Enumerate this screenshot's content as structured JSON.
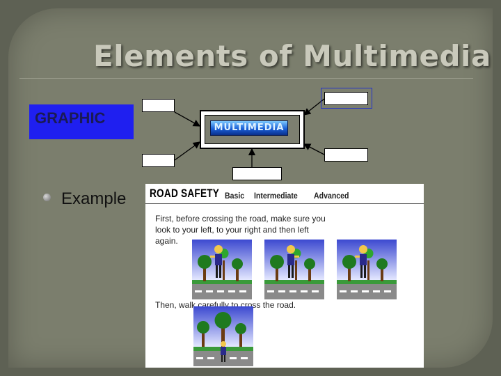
{
  "slide": {
    "title": "Elements of Multimedia",
    "graphic_label": "GRAPHIC",
    "center_logo": "MULTIMEDIA",
    "example_label": "Example"
  },
  "road_safety": {
    "title": "ROAD SAFETY",
    "tabs": [
      "Basic",
      "Intermediate",
      "Advanced"
    ],
    "instruction_1": [
      "First, before crossing the road, make sure you",
      "look to your left, to your right and then left",
      "again."
    ],
    "instruction_2": "Then, walk carefully to cross the road."
  },
  "colors": {
    "background": "#7b7e6d",
    "graphic_fill": "#1f1ff0",
    "title_text": "#c9c9bb"
  }
}
